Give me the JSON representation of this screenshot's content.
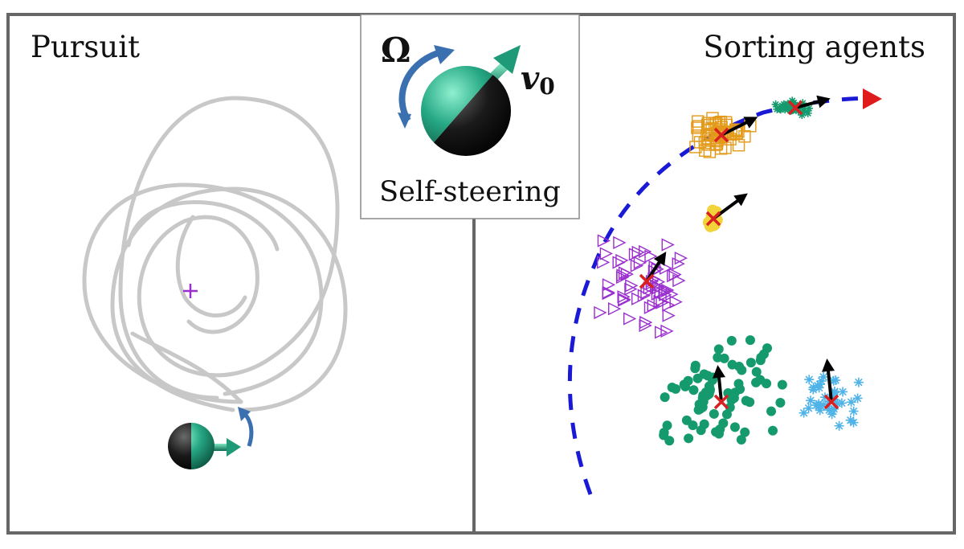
{
  "panels": {
    "left": {
      "title": "Pursuit"
    },
    "right": {
      "title": "Sorting agents"
    },
    "inset": {
      "label": "Self-steering",
      "omega_symbol": "Ω",
      "velocity_symbol": "v",
      "velocity_subscript": "0"
    }
  },
  "colors": {
    "frame": "#666666",
    "trajectory": "#c8c8c8",
    "target_marker": "#9a2fcf",
    "steering_arrow": "#3a6fb0",
    "agent_green": "#1f9a78",
    "agent_black": "#111111",
    "dashed_path": "#1a1ad6",
    "cluster_teal": "#159a6e",
    "cluster_orange": "#e39a1a",
    "cluster_yellow": "#f2d43a",
    "cluster_purple": "#9a2fcf",
    "cluster_blue": "#4fb3e8",
    "center_cross": "#d82020",
    "lead_target": "#e01b1b"
  },
  "icons": [
    "plus-marker-icon",
    "cross-marker-icon",
    "triangle-target-icon",
    "curved-arrow-icon",
    "agent-sphere-icon"
  ]
}
